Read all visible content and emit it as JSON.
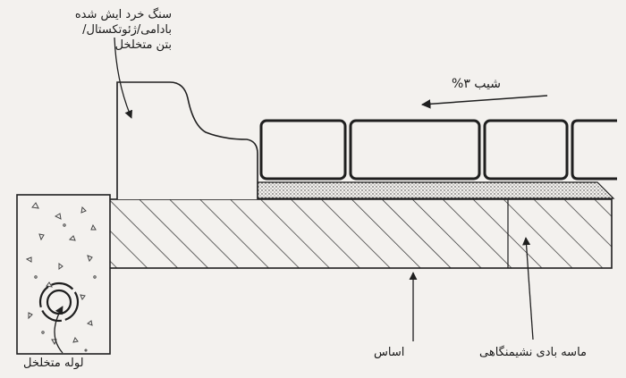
{
  "labels": {
    "curb_line1": "سنگ خرد ایش شده",
    "curb_line2": "بادامی/ژئوتکستال/",
    "curb_line3": "بتن متخلخل",
    "slope": "شیب ۳%",
    "drain_pipe": "لوله متخلخل",
    "base": "اساس",
    "sand_bedding": "ماسه بادی نشیمنگاهی"
  },
  "colors": {
    "line": "#1f1f1f",
    "background": "#f3f1ee"
  }
}
